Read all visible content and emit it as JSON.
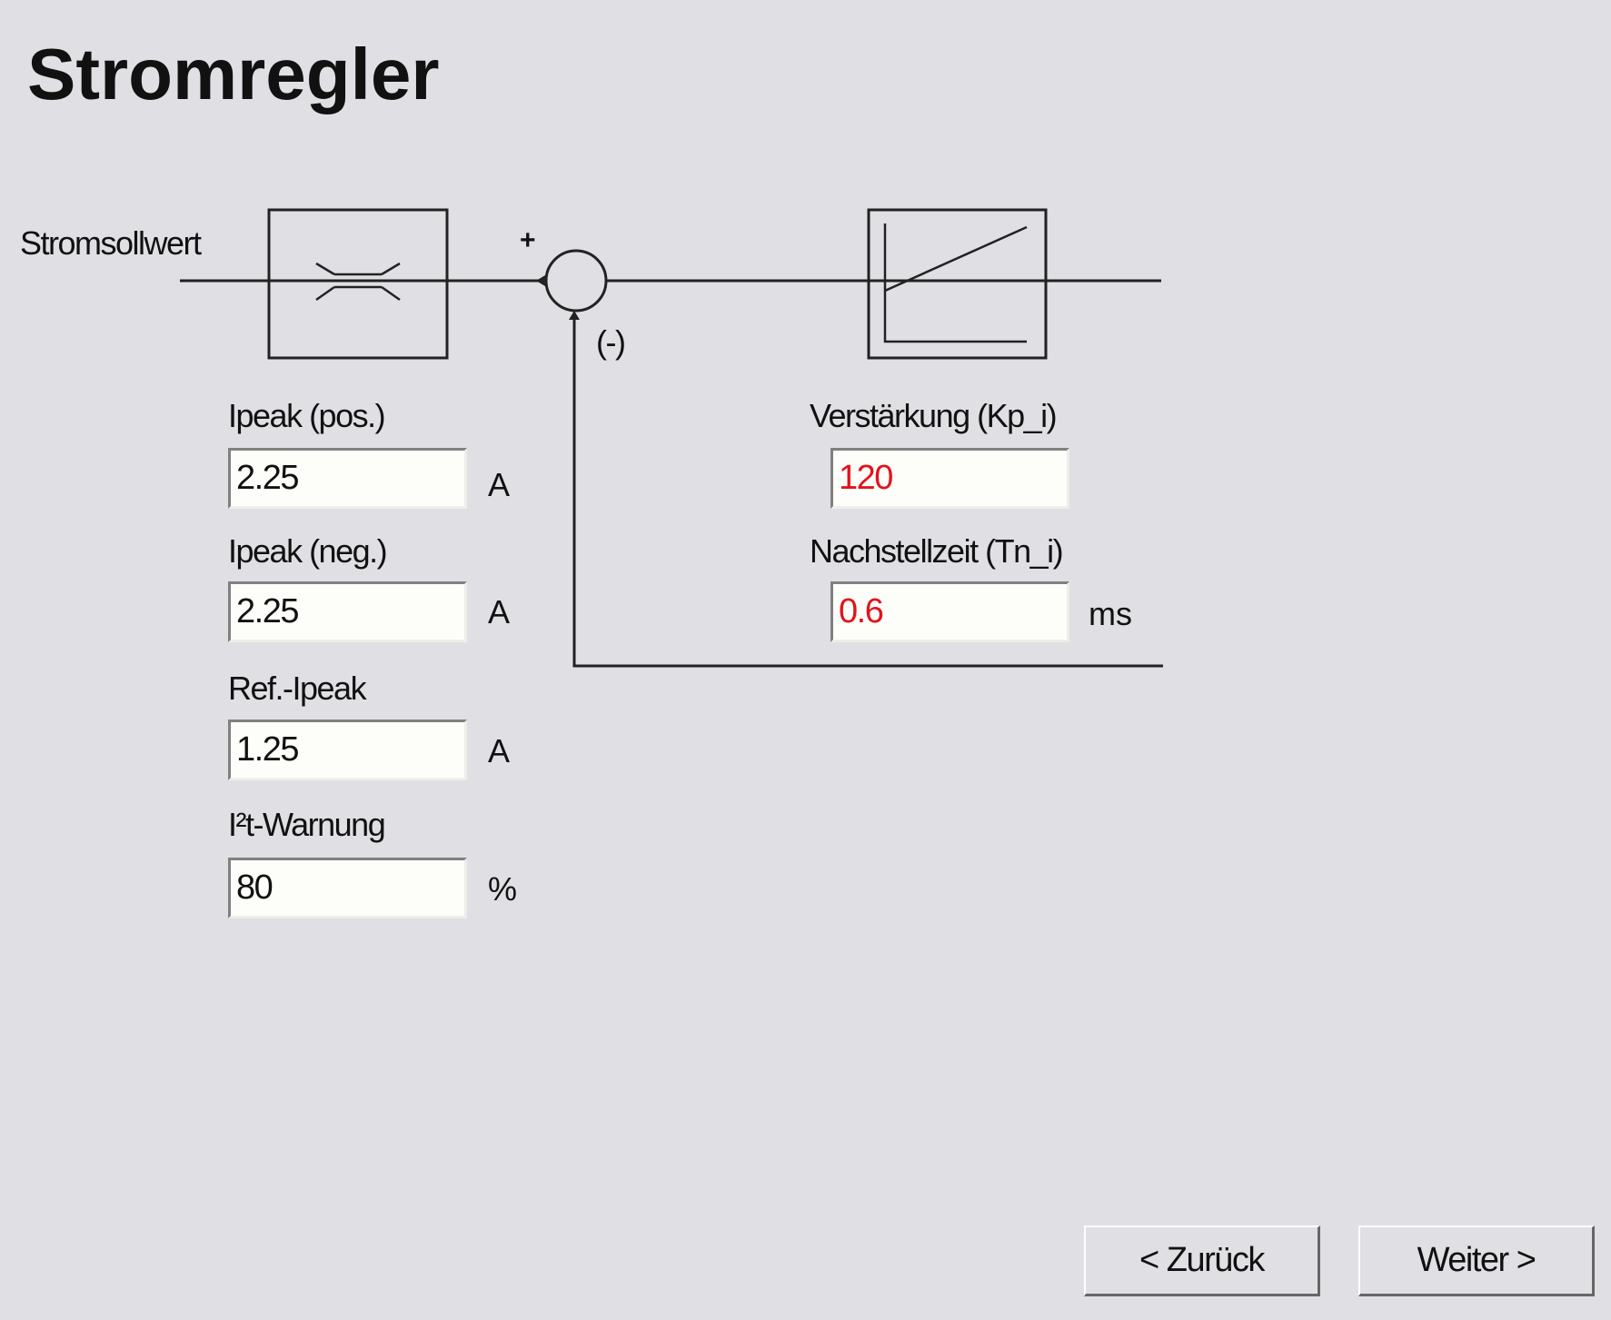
{
  "title": "Stromregler",
  "diagram": {
    "input_label": "Stromsollwert",
    "plus": "+",
    "minus": "(-)"
  },
  "left_fields": [
    {
      "label": "Ipeak (pos.)",
      "value": "2.25",
      "unit": "A"
    },
    {
      "label": "Ipeak (neg.)",
      "value": "2.25",
      "unit": "A"
    },
    {
      "label": "Ref.-Ipeak",
      "value": "1.25",
      "unit": "A"
    },
    {
      "label": "I²t-Warnung",
      "value": "80",
      "unit": "%"
    }
  ],
  "right_fields": [
    {
      "label": "Verstärkung (Kp_i)",
      "value": "120",
      "unit": ""
    },
    {
      "label": "Nachstellzeit (Tn_i)",
      "value": "0.6",
      "unit": "ms"
    }
  ],
  "buttons": {
    "back": "< Zurück",
    "next": "Weiter >"
  },
  "colors": {
    "background": "#e0dfe3",
    "modified_value": "#e0141c"
  }
}
